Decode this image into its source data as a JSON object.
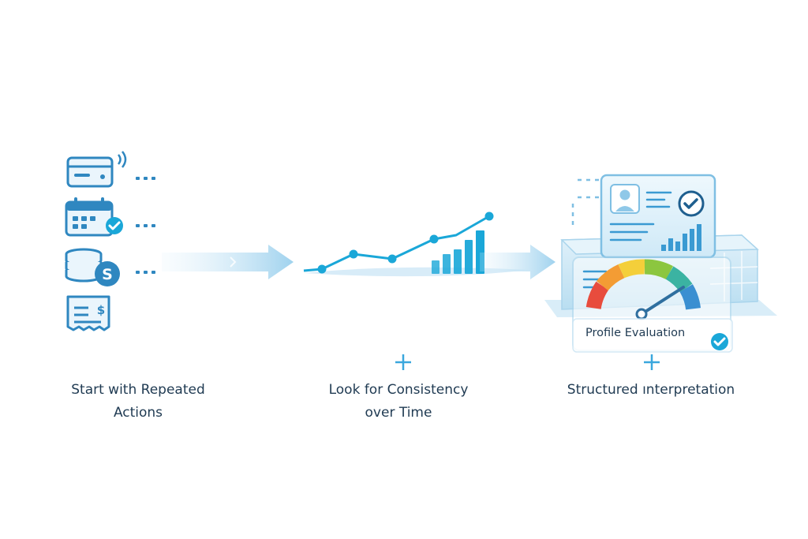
{
  "steps": [
    {
      "line1": "Start with Repeated",
      "line2": "Actions"
    },
    {
      "line1": "Look for Consistency",
      "line2": "over Time"
    },
    {
      "line1": "Structured ınterpretation",
      "line2": ""
    }
  ],
  "card": {
    "label": "Profile Evaluation"
  },
  "icons": {
    "step1": [
      "contactless-card-icon",
      "calendar-check-icon",
      "coins-dollar-icon",
      "receipt-dollar-icon"
    ],
    "step2": [
      "trend-line-icon",
      "bar-chart-icon"
    ],
    "step3": [
      "profile-card-icon",
      "gauge-icon",
      "check-badge-icon"
    ],
    "connectors": [
      "arrow-right-icon",
      "arrow-right-icon",
      "plus-icon",
      "plus-icon"
    ]
  },
  "colors": {
    "primary": "#2f87c0",
    "light": "#bfe0f2",
    "accent": "#1aa7d8",
    "text": "#1f3a52",
    "gauge": [
      "#e84c3d",
      "#f39c34",
      "#f4cf3a",
      "#8cc63f",
      "#3bb3a2",
      "#3a8fd1"
    ]
  }
}
